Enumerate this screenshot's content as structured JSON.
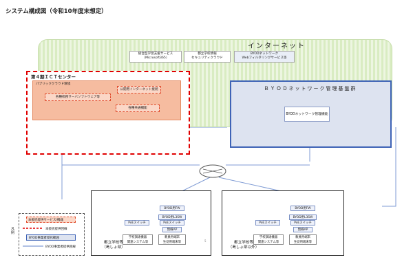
{
  "title": "システム構成図（令和10年度末想定）",
  "internet": {
    "label": "インターネット",
    "services": [
      {
        "line1": "統合型学習支援サービス",
        "line2": "（Microsoft365）"
      },
      {
        "line1": "都立学校情報",
        "line2": "セキュリティクラウド"
      },
      {
        "line1": "BYODネットワーク",
        "line2": "Webフィルタリングサービス等"
      }
    ]
  },
  "ict_center": {
    "label": "第４期ＩＣＴセンター",
    "cloud_label": "パブリッククラウド環境",
    "boxes": [
      "公開用インターネット接続",
      "各種校務サーバソフトウェア等",
      "各種共通機能"
    ]
  },
  "byod": {
    "label": "ＢＹＯＤネットワーク管理基盤群",
    "function": "BYODネットワーク管理機能"
  },
  "schools": [
    {
      "label_line1": "都立学校等",
      "label_line2": "（島しょ部）",
      "fw": "BYOD用FW",
      "l3sw": "BYOD用L3SW",
      "poe_left": "PoEスイッチ",
      "poe_right": "PoEスイッチ",
      "ap": "無線AP",
      "device_left": {
        "line1": "学校調達機器",
        "line2": "関連システム等"
      },
      "device_right": {
        "line1": "教員用端末",
        "line2": "生徒用端末等"
      }
    },
    {
      "label_line1": "都立学校等",
      "label_line2": "（島しょ部以外）",
      "fw": "BYOD用FW",
      "l3sw": "BYOD用L3SW",
      "poe_left": "PoEスイッチ",
      "poe_right": "PoEスイッチ",
      "ap": "無線AP",
      "device_left": {
        "line1": "学校調達機器",
        "line2": "関連システム等"
      },
      "device_right": {
        "line1": "教員用端末",
        "line2": "生徒用端末等"
      }
    }
  ],
  "legend": {
    "side_label": "凡例",
    "items": [
      {
        "text": "本委託提供サービス/機器",
        "style": "pink-box"
      },
      {
        "text": "本委託提供回線",
        "style": "red-dash"
      },
      {
        "text": "BYOD事業者受託範囲",
        "style": "blue-box"
      },
      {
        "text": "BYOD事業者提供回線",
        "style": "blue-line"
      }
    ]
  },
  "page_number": "5",
  "colors": {
    "internet_bg": "#e3f0d3",
    "ict_border": "#e00000",
    "cloud_fill": "#f6bca0",
    "byod_border": "#3e63b6",
    "byod_fill": "#dde3f0",
    "line_blue": "#7f9bd4"
  }
}
